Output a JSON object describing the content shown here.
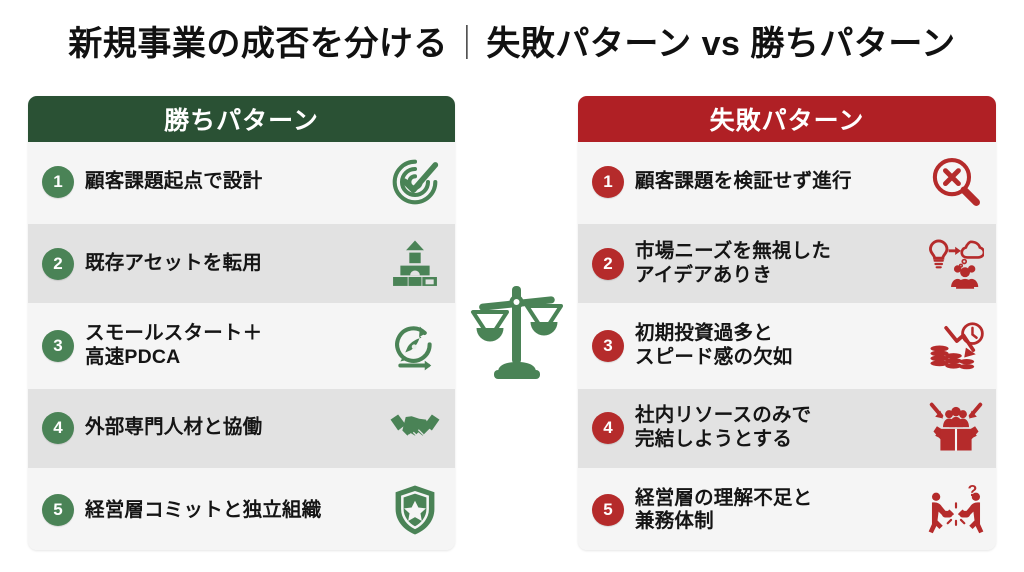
{
  "title": {
    "left": "新規事業の成否を分ける",
    "separator": "｜",
    "right": "失敗パターン vs 勝ちパターン"
  },
  "colors": {
    "green_header": "#2a5134",
    "red_header": "#b02025",
    "green_badge": "#4a8356",
    "red_badge": "#b52b2b",
    "green_icon": "#4a8356",
    "red_icon": "#b52b2b",
    "row_light": "#f5f5f5",
    "row_dark": "#e2e2e2",
    "page_background": "#ffffff",
    "title_text": "#111111"
  },
  "center": {
    "icon": "balance-scale-icon"
  },
  "columns": [
    {
      "side": "left",
      "header": "勝ちパターン",
      "theme": "green",
      "items": [
        {
          "number": "1",
          "label": "顧客課題起点で設計",
          "icon": "target-check-icon"
        },
        {
          "number": "2",
          "label": "既存アセットを転用",
          "icon": "building-blocks-icon"
        },
        {
          "number": "3",
          "label": "スモールスタート＋\n高速PDCA",
          "icon": "rocket-cycle-icon"
        },
        {
          "number": "4",
          "label": "外部専門人材と協働",
          "icon": "handshake-icon"
        },
        {
          "number": "5",
          "label": "経営層コミットと独立組織",
          "icon": "shield-star-icon"
        }
      ]
    },
    {
      "side": "right",
      "header": "失敗パターン",
      "theme": "red",
      "items": [
        {
          "number": "1",
          "label": "顧客課題を検証せず進行",
          "icon": "magnifier-x-icon"
        },
        {
          "number": "2",
          "label": "市場ニーズを無視した\nアイデアありき",
          "icon": "idea-crowd-icon"
        },
        {
          "number": "3",
          "label": "初期投資過多と\nスピード感の欠如",
          "icon": "coins-decline-clock-icon"
        },
        {
          "number": "4",
          "label": "社内リソースのみで\n完結しようとする",
          "icon": "box-inward-team-icon"
        },
        {
          "number": "5",
          "label": "経営層の理解不足と\n兼務体制",
          "icon": "broken-chain-tug-icon"
        }
      ]
    }
  ]
}
